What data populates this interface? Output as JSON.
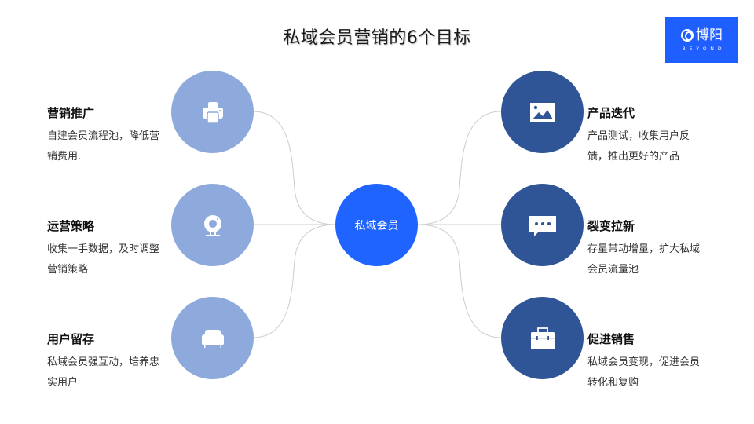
{
  "title": "私域会员营销的6个目标",
  "logo": {
    "name": "博阳",
    "subtitle": "BEYOND",
    "background": "#1f5fff"
  },
  "center": {
    "label": "私域会员",
    "color": "#1f64ff"
  },
  "colors": {
    "left_node": "#8eaadc",
    "right_node": "#2f5597",
    "connector": "#cccccc"
  },
  "left_items": [
    {
      "title": "营销推广",
      "desc": "自建会员流程池，降低营销费用.",
      "icon": "printer-icon"
    },
    {
      "title": "运营策略",
      "desc": "收集一手数据，及时调整营销策略",
      "icon": "webcam-icon"
    },
    {
      "title": "用户留存",
      "desc": "私域会员强互动，培养忠实用户",
      "icon": "sofa-icon"
    }
  ],
  "right_items": [
    {
      "title": "产品迭代",
      "desc": "产品测试，收集用户反馈，推出更好的产品",
      "icon": "image-icon"
    },
    {
      "title": "裂变拉新",
      "desc": "存量带动增量，扩大私域会员流量池",
      "icon": "chat-bubble-icon"
    },
    {
      "title": "促进销售",
      "desc": "私域会员变现，促进会员转化和复购",
      "icon": "briefcase-icon"
    }
  ]
}
